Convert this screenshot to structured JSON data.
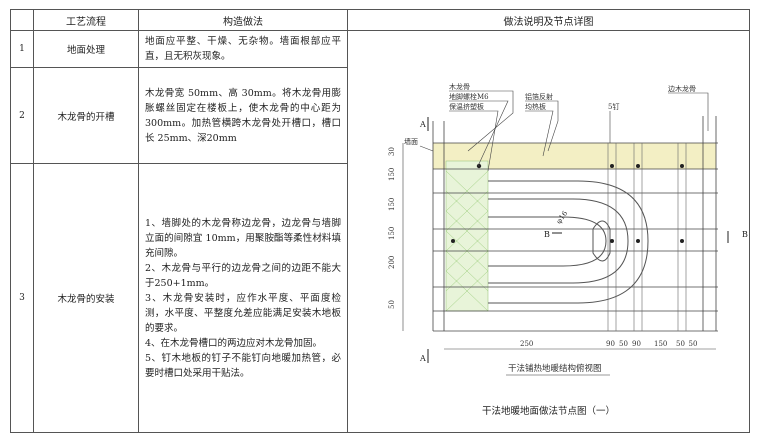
{
  "headers": [
    "工艺流程",
    "构造做法",
    "做法说明及节点详图"
  ],
  "rows": [
    {
      "no": "1",
      "step": "地面处理",
      "method": [
        "地面应平整、干燥、无杂物。墙面根部应平直，且无积灰现象。"
      ]
    },
    {
      "no": "2",
      "step": "木龙骨的开槽",
      "method": [
        "木龙骨宽 50mm、高 30mm。将木龙骨用膨胀螺丝固定在楼板上，使木龙骨的中心距为300mm。加热管横跨木龙骨处开槽口，槽口长 25mm、深20mm"
      ]
    },
    {
      "no": "3",
      "step": "木龙骨的安装",
      "method": [
        "1、墙脚处的木龙骨称边龙骨，边龙骨与墙脚立面的间隙宜 10mm，用聚胺酯等柔性材料填充间隙。",
        "2、木龙骨与平行的边龙骨之间的边距不能大于250+1mm。",
        "3、木龙骨安装时，应作水平度、平面度检测，水平度、平整度允差应能满足安装木地板的要求。",
        "4、在木龙骨槽口的两边应对木龙骨加固。",
        "5、钉木地板的钉子不能钉向地暖加热管，必要时槽口处采用干贴法。"
      ]
    }
  ],
  "drawing": {
    "caption": "干法地暖地面做法节点图（一）",
    "title_inside": "干法铺热地暖结构俯视图",
    "labels": {
      "keel": "木龙骨",
      "screw": "地脚螺栓M6",
      "board": "保温挤塑板",
      "foil": "铝箔反射",
      "heat_plate": "均热板",
      "nail": "5钉",
      "edge_keel": "边木龙骨",
      "pipe": "φ16",
      "wall": "墙面",
      "sec_a": "A",
      "sec_b": "B"
    },
    "dims_bottom": [
      "250",
      "90",
      "50",
      "90",
      "150",
      "50",
      "50"
    ],
    "dims_left": [
      "30",
      "150",
      "150",
      "150",
      "200",
      "50"
    ]
  }
}
